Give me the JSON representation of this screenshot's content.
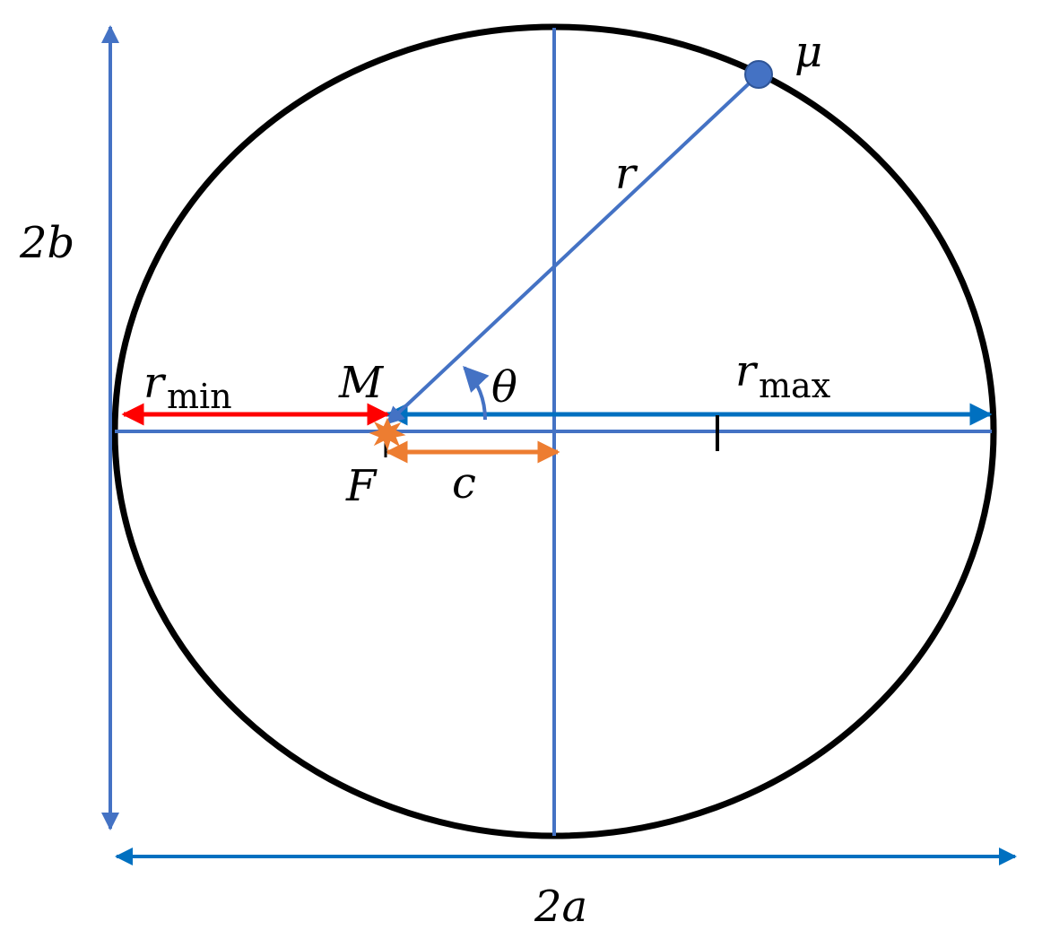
{
  "labels": {
    "mu": "μ",
    "r": "r",
    "two_b": "2b",
    "two_a": "2a",
    "r_min_base": "r",
    "r_min_sub": "min",
    "r_max_base": "r",
    "r_max_sub": "max",
    "M": "M",
    "theta": "θ",
    "F": "F",
    "c": "c"
  },
  "colors": {
    "ellipse": "#000000",
    "axes": "#4472c4",
    "r_max_arrow": "#0070c0",
    "r_min_arrow": "#ff0000",
    "c_arrow": "#ed7d31",
    "focus_star": "#ed7d31",
    "body_point": "#4472c4"
  },
  "icons": {
    "focus": "star-burst-icon",
    "body": "orbiting-body-dot"
  }
}
